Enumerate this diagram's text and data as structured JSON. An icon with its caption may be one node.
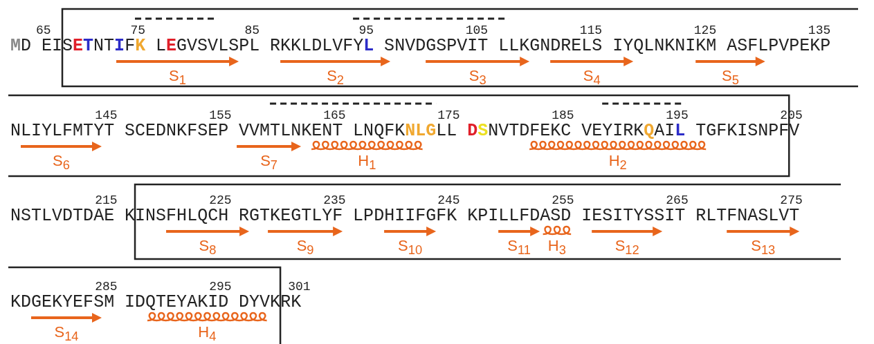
{
  "diagram": {
    "labels": [
      "65",
      "75",
      "85",
      "95",
      "105",
      "115",
      "125",
      "135",
      "MD",
      "EISETNTIFK",
      "LEGVSVLSPL",
      "RKKLDLVFYL",
      "SNVDGSPVIT",
      "LLKGNDRELS",
      "IYQLNKNIKM",
      "ASFLPVPEKP",
      "S$_{1}$",
      "S$_{2}$",
      "S$_{3}$",
      "S$_{4}$",
      "S$_{5}$",
      "145",
      "155",
      "165",
      "175",
      "185",
      "195",
      "205",
      "NLIYLFMTYT",
      "SCEDNKFSEP",
      "VVMTLNKENT",
      "LNQFKNLGLL",
      "DSNVTDFEKC",
      "VEYIRKQAIL",
      "TGFKISNPFV",
      "S$_{6}$",
      "S$_{7}$",
      "H$_{1}$",
      "H$_{2}$",
      "215",
      "225",
      "235",
      "245",
      "255",
      "265",
      "275",
      "NSTLVDTDAE",
      "KINSFHLQCH",
      "RGTKEGTLYF",
      "LPDHIIFGFK",
      "KPILLFDASD",
      "IESITYSSIT",
      "RLTFNASLVT",
      "S$_{8}$",
      "S$_{9}$",
      "S$_{10}$",
      "S$_{11}$",
      "H$_{3}$",
      "S$_{12}$",
      "S$_{13}$",
      "285",
      "295",
      "301",
      "KDGEKYEFSM",
      "IDQTEYAKID",
      "DYVKRK",
      "S$_{14}$",
      "H$_{4}$"
    ]
  }
}
